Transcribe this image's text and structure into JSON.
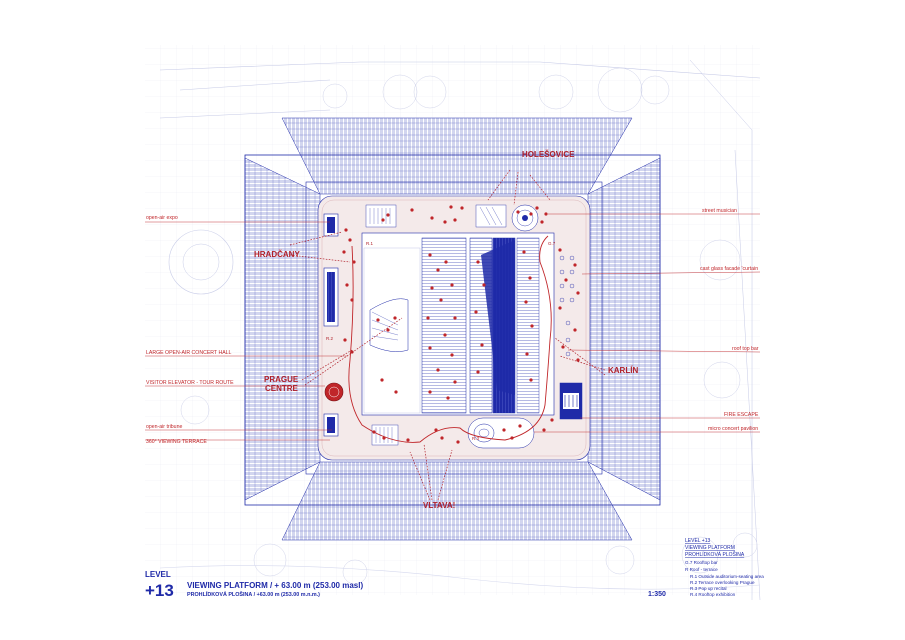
{
  "colors": {
    "blue": "#1f2aa8",
    "red": "#c0262a",
    "grid": "#9aa0d8",
    "pale": "#dfe1f3",
    "deck": "#f4eaea"
  },
  "title_block": {
    "level_label": "LEVEL",
    "level_number": "+13",
    "title": "VIEWING PLATFORM / + 63.00 m (253.00 masl)",
    "subtitle": "PROHLÍDKOVÁ PLOŠINA / +63.00 m (253.00 m.n.m.)",
    "scale": "1:350"
  },
  "legend": {
    "lines": [
      "LEVEL +13",
      "VIEWING PLATFORM",
      "PROHLÍDKOVÁ PLOŠINA"
    ],
    "items": [
      "G.7 Rooftop bar",
      "R Roof - terrace",
      "R.1 Outside auditorium-seating area",
      "R.2 Terrace overlooking Prague",
      "R.3 Pop up recital",
      "R.4 Rooftop exhibition"
    ]
  },
  "districts": {
    "holesovice": "HOLEŠOVICE",
    "hradcany": "HRADČANY",
    "prague_centre_1": "PRAGUE",
    "prague_centre_2": "CENTRE",
    "karlin": "KARLÍN",
    "vltava": "VLTAVA!"
  },
  "annotations_left": [
    "open-air expo",
    "LARGE OPEN-AIR CONCERT HALL",
    "VISITOR ELEVATOR - TOUR ROUTE",
    "open-air tribune",
    "360° VIEWING TERRACE"
  ],
  "annotations_right": [
    "street musician",
    "cast glass facade 'curtain",
    "roof top bar",
    "FIRE ESCAPE",
    "micro concert pavilion"
  ],
  "room_tags": {
    "r1": "R.1",
    "g7": "G.7",
    "r2": "R.2",
    "r3": "R.3"
  }
}
